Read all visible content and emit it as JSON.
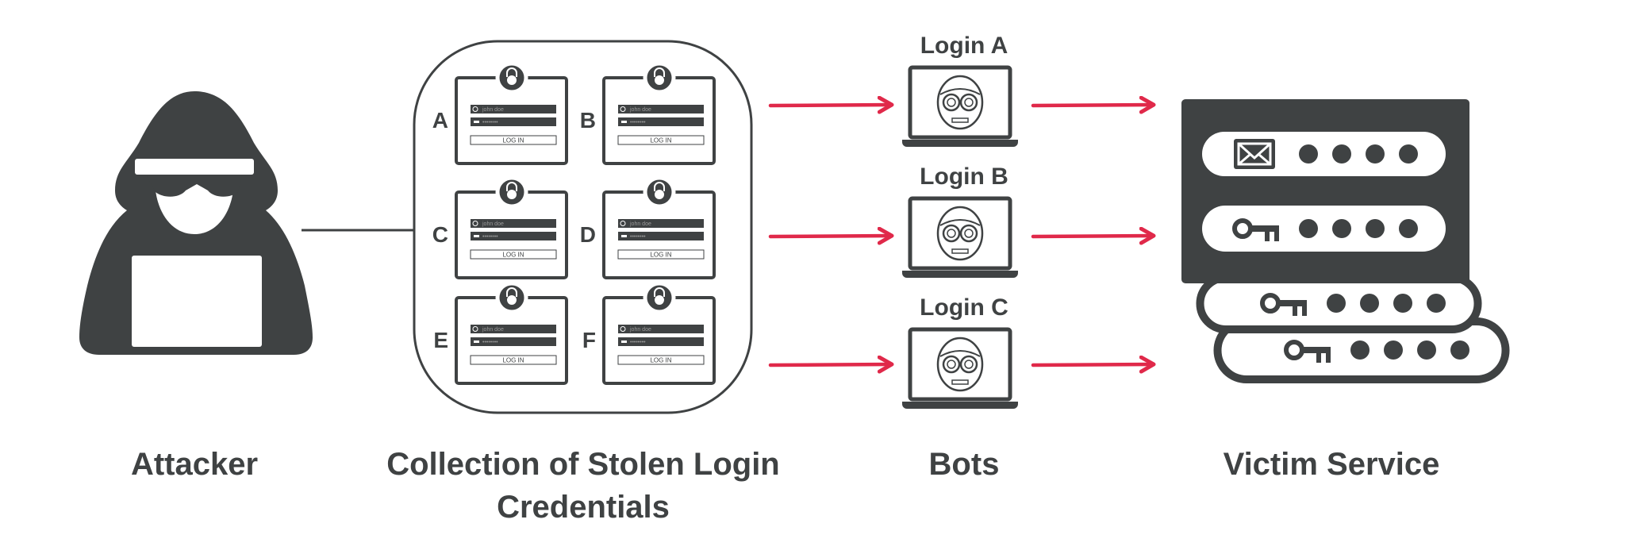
{
  "colors": {
    "dark": "#3f4243",
    "arrow": "#e0294a",
    "background": "#ffffff"
  },
  "captions": {
    "attacker": "Attacker",
    "collection_line1": "Collection of Stolen Login",
    "collection_line2": "Credentials",
    "bots": "Bots",
    "victim": "Victim Service"
  },
  "credentials": [
    {
      "letter": "A",
      "username": "john doe",
      "password": "••••••••",
      "button": "LOG IN"
    },
    {
      "letter": "B",
      "username": "john doe",
      "password": "••••••••",
      "button": "LOG IN"
    },
    {
      "letter": "C",
      "username": "john doe",
      "password": "••••••••",
      "button": "LOG IN"
    },
    {
      "letter": "D",
      "username": "john doe",
      "password": "••••••••",
      "button": "LOG IN"
    },
    {
      "letter": "E",
      "username": "john doe",
      "password": "••••••••",
      "button": "LOG IN"
    },
    {
      "letter": "F",
      "username": "john doe",
      "password": "••••••••",
      "button": "LOG IN"
    }
  ],
  "bots": [
    {
      "label": "Login A",
      "icon": "robot-laptop-icon"
    },
    {
      "label": "Login B",
      "icon": "robot-laptop-icon"
    },
    {
      "label": "Login C",
      "icon": "robot-laptop-icon"
    }
  ],
  "victim_fields": [
    {
      "icon": "envelope-icon",
      "masked": "••••"
    },
    {
      "icon": "key-icon",
      "masked": "••••"
    },
    {
      "icon": "key-icon",
      "masked": "••••"
    },
    {
      "icon": "key-icon",
      "masked": "••••"
    }
  ]
}
